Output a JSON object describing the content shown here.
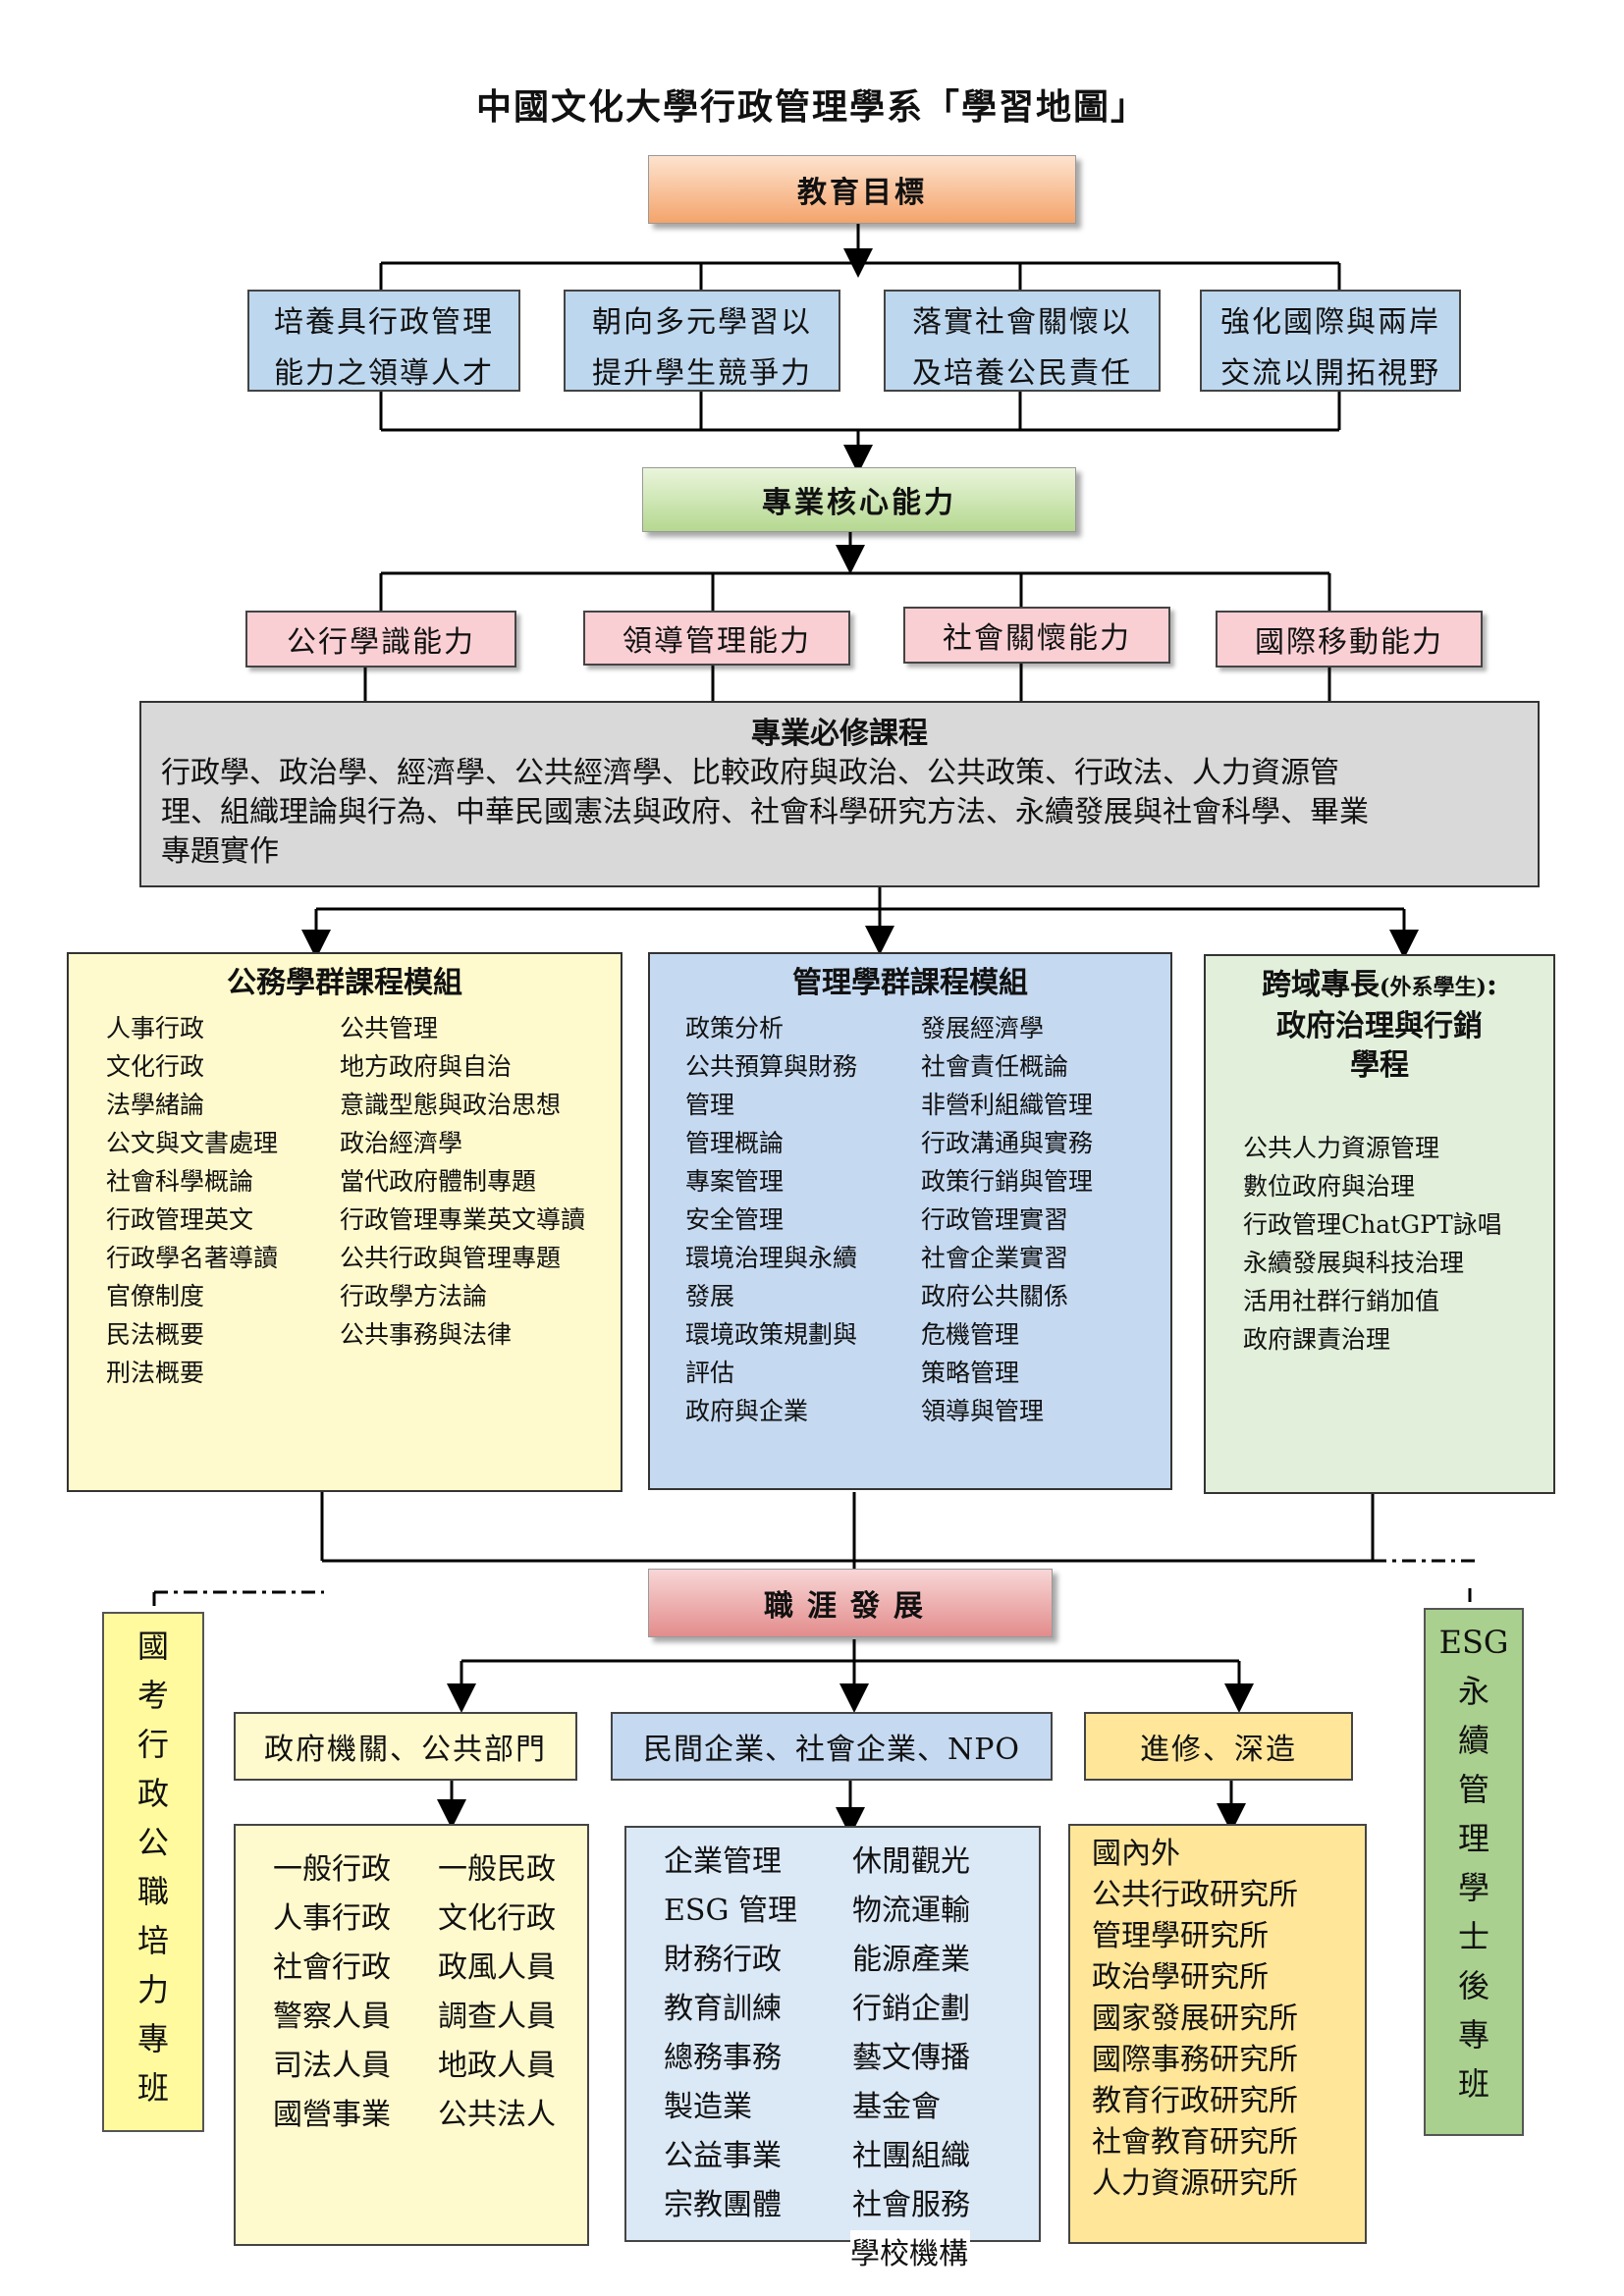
{
  "title": "中國文化大學行政管理學系「學習地圖」",
  "education_goal": {
    "label": "教育目標",
    "goals": [
      [
        "培養具行政管理",
        "能力之領導人才"
      ],
      [
        "朝向多元學習以",
        "提升學生競爭力"
      ],
      [
        "落實社會關懷以",
        "及培養公民責任"
      ],
      [
        "強化國際與兩岸",
        "交流以開拓視野"
      ]
    ]
  },
  "core_competency": {
    "label": "專業核心能力",
    "abilities": [
      "公行學識能力",
      "領導管理能力",
      "社會關懷能力",
      "國際移動能力"
    ]
  },
  "required_courses": {
    "label": "專業必修課程",
    "lines": [
      "行政學、政治學、經濟學、公共經濟學、比較政府與政治、公共政策、行政法、人力資源管",
      "理、組織理論與行為、中華民國憲法與政府、社會科學研究方法、永續發展與社會科學、畢業",
      "專題實作"
    ]
  },
  "modules": {
    "public": {
      "title": "公務學群課程模組",
      "col1": [
        "人事行政",
        "文化行政",
        "法學緒論",
        "公文與文書處理",
        "社會科學概論",
        "行政管理英文",
        "行政學名著導讀",
        "官僚制度",
        "民法概要",
        "刑法概要"
      ],
      "col2": [
        "公共管理",
        "地方政府與自治",
        "意識型態與政治思想",
        "政治經濟學",
        "當代政府體制專題",
        "行政管理專業英文導讀",
        "公共行政與管理專題",
        "行政學方法論",
        "公共事務與法律"
      ]
    },
    "management": {
      "title": "管理學群課程模組",
      "col1": [
        "政策分析",
        "公共預算與財務",
        "管理",
        "管理概論",
        "專案管理",
        "安全管理",
        "環境治理與永續",
        "發展",
        "環境政策規劃與",
        "評估",
        "政府與企業"
      ],
      "col2": [
        "發展經濟學",
        "社會責任概論",
        "非營利組織管理",
        "行政溝通與實務",
        "政策行銷與管理",
        "行政管理實習",
        "社會企業實習",
        "政府公共關係",
        "危機管理",
        "策略管理",
        "領導與管理"
      ]
    },
    "cross": {
      "title_prefix": "跨域專長",
      "title_note": "(外系學生)",
      "title_suffix": ":",
      "title_line2": "政府治理與行銷",
      "title_line3": "學程",
      "items": [
        "公共人力資源管理",
        "數位政府與治理",
        "行政管理ChatGPT詠唱",
        "永續發展與科技治理",
        "活用社群行銷加值",
        "政府課責治理"
      ]
    }
  },
  "career": {
    "label": "職涯發展",
    "categories": [
      "政府機關、公共部門",
      "民間企業、社會企業、NPO",
      "進修、深造"
    ],
    "gov": {
      "col1": [
        "一般行政",
        "人事行政",
        "社會行政",
        "警察人員",
        "司法人員",
        "國營事業"
      ],
      "col2": [
        "一般民政",
        "文化行政",
        "政風人員",
        "調查人員",
        "地政人員",
        "公共法人"
      ]
    },
    "private": {
      "col1": [
        "企業管理",
        "ESG 管理",
        "財務行政",
        "教育訓練",
        "總務事務",
        "製造業",
        "公益事業",
        "宗教團體"
      ],
      "col2": [
        "休閒觀光",
        "物流運輸",
        "能源產業",
        "行銷企劃",
        "藝文傳播",
        "基金會",
        "社團組織",
        "社會服務",
        "學校機構"
      ]
    },
    "study": [
      "國內外",
      "公共行政研究所",
      "管理學研究所",
      "政治學研究所",
      "國家發展研究所",
      "國際事務研究所",
      "教育行政研究所",
      "社會教育研究所",
      "人力資源研究所"
    ]
  },
  "side_left": [
    "國",
    "考",
    "行",
    "政",
    "公",
    "職",
    "培",
    "力",
    "專",
    "班"
  ],
  "side_right": [
    "ESG",
    "永",
    "續",
    "管",
    "理",
    "學",
    "士",
    "後",
    "專",
    "班"
  ]
}
